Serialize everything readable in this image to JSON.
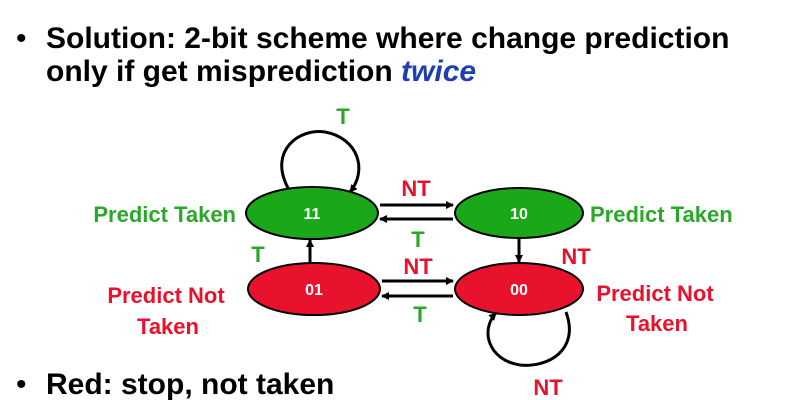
{
  "bullets": [
    {
      "line1": "Solution: 2-bit scheme where change prediction",
      "line2_prefix": "only if get misprediction ",
      "line2_emphasis": "twice"
    },
    {
      "text": "Red: stop, not taken"
    }
  ],
  "bullet_marker": "•",
  "colors": {
    "green_state": "#1aa81a",
    "red_state": "#e8122c",
    "green_text": "#2aa82a",
    "red_text": "#e8122c",
    "emphasis": "#1f3fb0"
  },
  "states": [
    {
      "id": "11",
      "label": "11",
      "color": "green",
      "side_label": "Predict Taken"
    },
    {
      "id": "10",
      "label": "10",
      "color": "green",
      "side_label": "Predict Taken"
    },
    {
      "id": "01",
      "label": "01",
      "color": "red",
      "side_label_line1": "Predict Not",
      "side_label_line2": "Taken"
    },
    {
      "id": "00",
      "label": "00",
      "color": "red",
      "side_label_line1": "Predict Not",
      "side_label_line2": "Taken"
    }
  ],
  "transitions": {
    "t_11_self": "T",
    "nt_11_to_10": "NT",
    "t_10_to_11": "T",
    "t_01_to_11": "T",
    "nt_10_to_00": "NT",
    "nt_01_to_00": "NT",
    "t_00_to_01": "T",
    "nt_00_self": "NT"
  }
}
